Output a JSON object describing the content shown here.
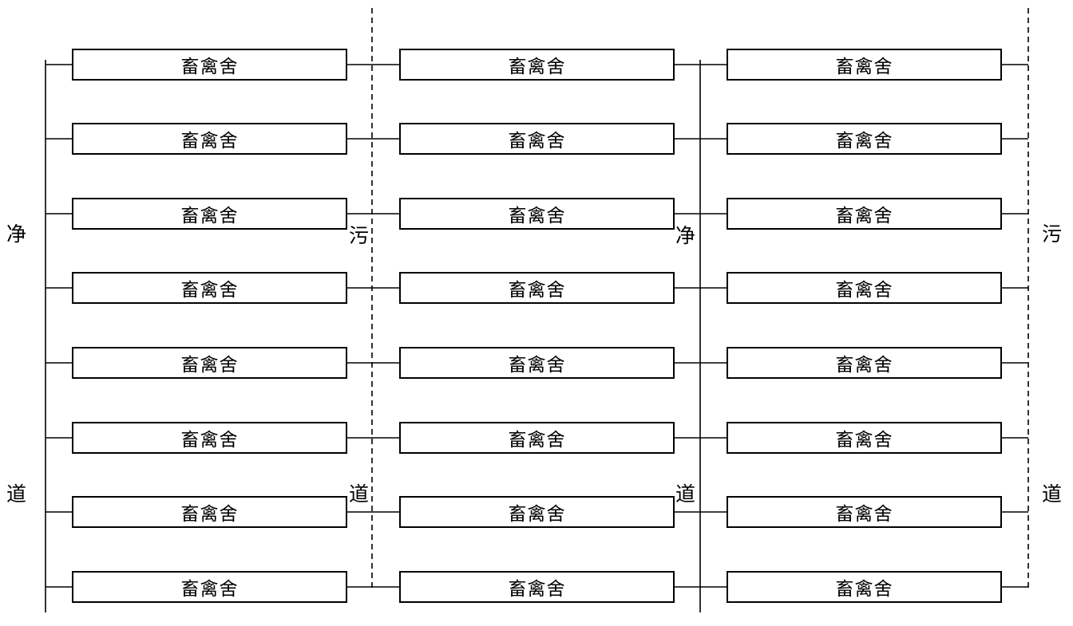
{
  "house_label": "畜禽舍",
  "rows": 8,
  "columns": 3,
  "road_labels": {
    "clean_road_1": [
      "净",
      "道"
    ],
    "dirty_road_1": [
      "污",
      "道"
    ],
    "clean_road_2": [
      "净",
      "道"
    ],
    "dirty_road_2": [
      "污",
      "道"
    ]
  },
  "line_types": {
    "clean_road": "solid",
    "dirty_road": "dashed"
  },
  "colors": {
    "stroke": "#000000",
    "background": "#ffffff"
  }
}
